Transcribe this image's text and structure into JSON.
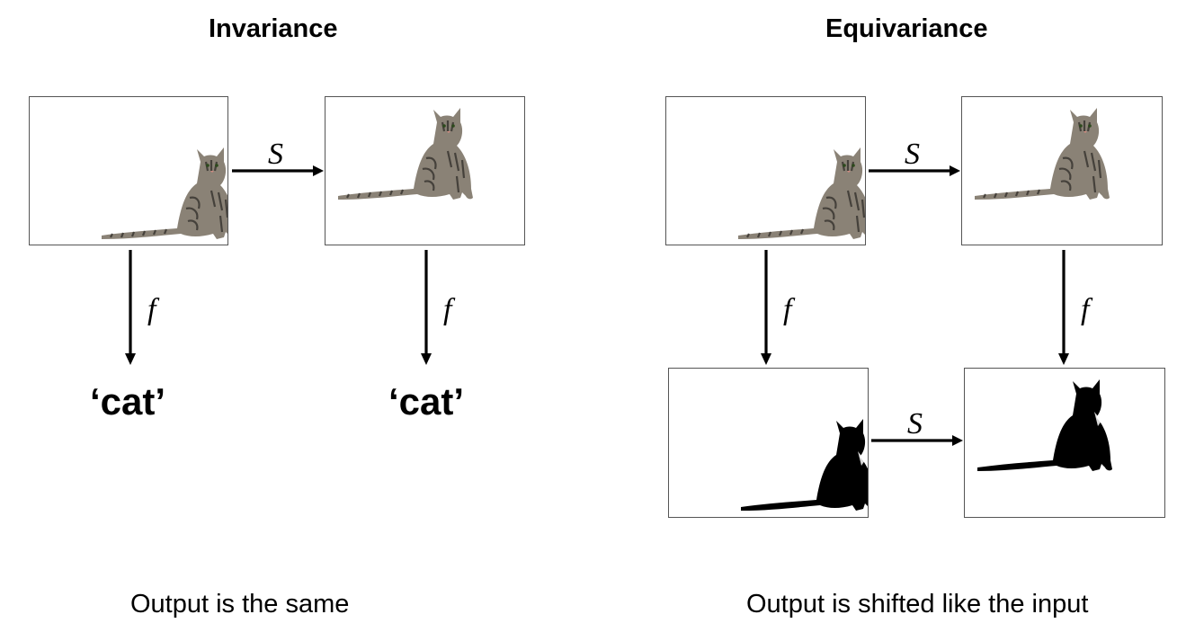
{
  "invariance": {
    "title": "Invariance",
    "output_left": "‘cat’",
    "output_right": "‘cat’",
    "shift_symbol": "S",
    "map_symbol": "f",
    "caption": "Output is the same"
  },
  "equivariance": {
    "title": "Equivariance",
    "shift_symbol_top": "S",
    "shift_symbol_bottom": "S",
    "map_symbol": "f",
    "caption": "Output is shifted like the input"
  },
  "colors": {
    "cat_fur": "#8a8276",
    "cat_stripe": "#3e3a35",
    "silhouette": "#000000",
    "arrow": "#000000"
  }
}
